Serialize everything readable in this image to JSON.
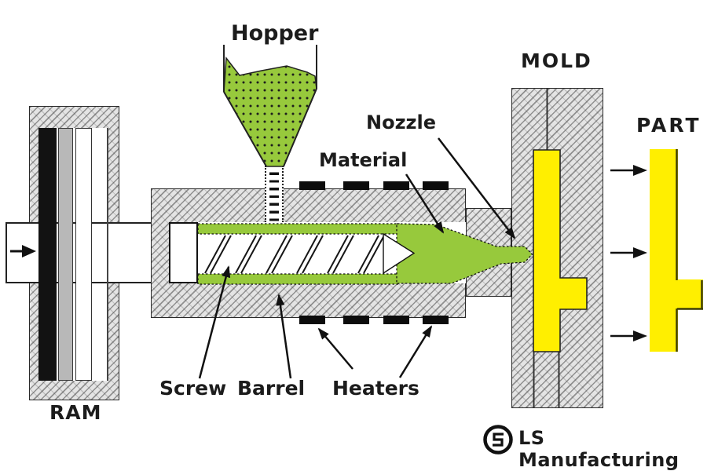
{
  "labels": {
    "hopper": "Hopper",
    "nozzle": "Nozzle",
    "material": "Material",
    "mold": "MOLD",
    "part": "PART",
    "screw": "Screw",
    "barrel": "Barrel",
    "heaters": "Heaters",
    "ram": "RAM"
  },
  "branding": {
    "company": "LS Manufacturing"
  },
  "colors": {
    "material_green": "#97c93c",
    "part_yellow": "#ffef00",
    "metal_fill": "#e4e4e4",
    "heater_black": "#0c0c0c",
    "text": "#1c1c1c"
  }
}
